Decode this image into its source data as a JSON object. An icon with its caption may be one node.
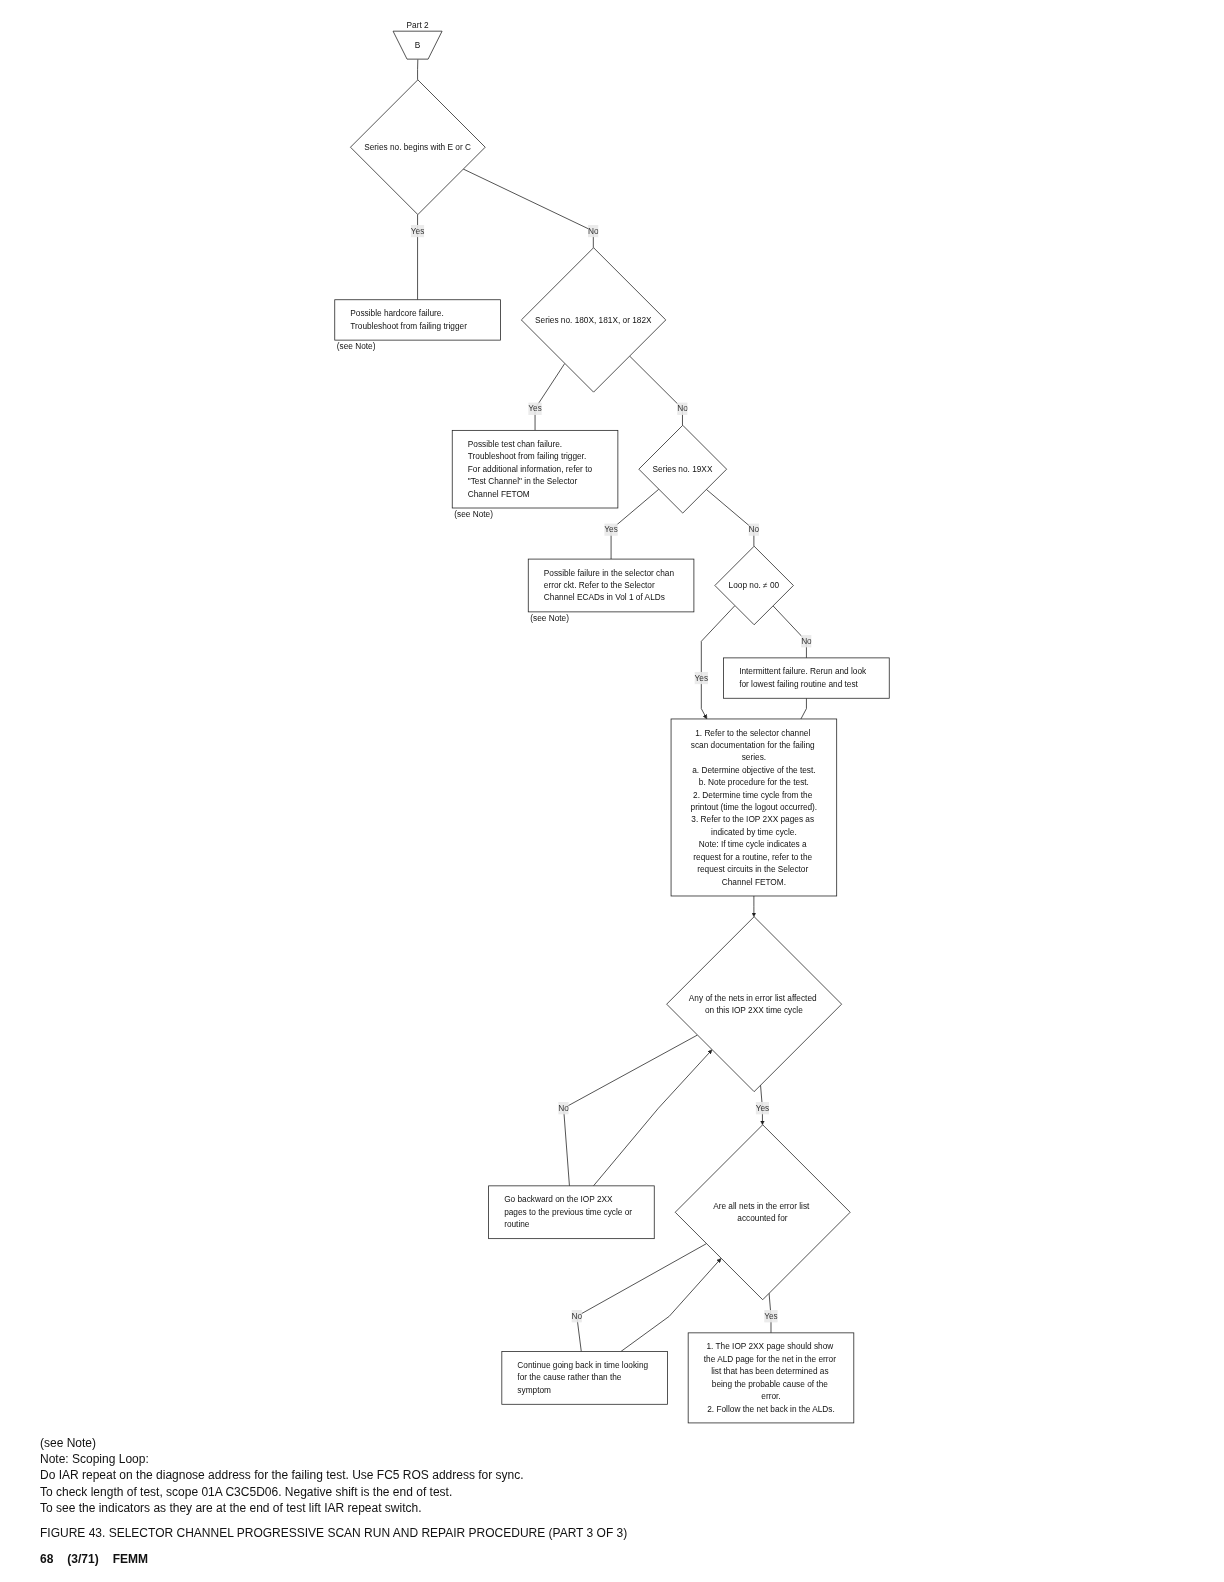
{
  "diagram": {
    "caption": "FIGURE 43. SELECTOR CHANNEL PROGRESSIVE SCAN RUN AND REPAIR PROCEDURE (PART 3 OF 3)",
    "nodes": [
      {
        "text": [
          "B"
        ],
        "beside": [
          "Part 2"
        ]
      },
      {
        "text": [
          "Series no. begins with E or C"
        ]
      },
      {
        "text": [
          "Possible hardcore failure. Troubleshoot from failing trigger"
        ],
        "beside": [
          "(see Note)"
        ]
      },
      {
        "text": [
          "Series no. 180X, 181X, or 182X"
        ]
      },
      {
        "text": [
          "Possible test chan failure. Troubleshoot from failing trigger. For additional information, refer to \"Test Channel\" in the Selector Channel FETOM"
        ],
        "beside": [
          "(see Note)"
        ]
      },
      {
        "text": [
          "Series no. 19XX"
        ]
      },
      {
        "text": [
          "Possible failure in the selector chan error ckt. Refer to the Selector Channel ECADs in Vol 1 of ALDs"
        ],
        "beside": [
          "(see Note)"
        ]
      },
      {
        "text": [
          "Loop no. ≠ 00"
        ]
      },
      {
        "text": [
          "Intermittent failure. Rerun and look for lowest failing routine and test"
        ]
      },
      {
        "text": [
          "1. Refer to the selector channel scan documentation for the failing series.",
          "a. Determine objective of the test.",
          "b. Note procedure for the test.",
          "2. Determine time cycle from the printout (time the logout occurred).",
          "3. Refer to the IOP 2XX pages as indicated by time cycle.",
          "Note: If time cycle indicates a request for a routine, refer to the request circuits in the Selector Channel FETOM."
        ]
      },
      {
        "text": [
          "Any of the nets in error list affected on this IOP 2XX time cycle"
        ]
      },
      {
        "text": [
          "Go backward on the IOP 2XX pages to the previous time cycle or routine"
        ]
      },
      {
        "text": [
          "Are all nets in the error list accounted for"
        ]
      },
      {
        "text": [
          "Continue going back in time looking for the cause rather than the symptom"
        ]
      },
      {
        "text": [
          "1. The IOP 2XX page should show the ALD page for the net in the error list that has been determined as being the probable cause of the error.",
          "2. Follow the net back in the ALDs."
        ]
      }
    ],
    "edges": [
      {
        "from": 0,
        "to": 1,
        "arrow": "none"
      },
      {
        "from": 1,
        "to": 2,
        "arrow": "none",
        "label": "Yes"
      },
      {
        "from": 1,
        "to": 3,
        "arrow": "none",
        "label": "No"
      },
      {
        "from": 3,
        "to": 4,
        "arrow": "none",
        "label": "Yes"
      },
      {
        "from": 3,
        "to": 5,
        "arrow": "none",
        "label": "No"
      },
      {
        "from": 5,
        "to": 6,
        "arrow": "none",
        "label": "Yes"
      },
      {
        "from": 5,
        "to": 7,
        "arrow": "none",
        "label": "No"
      },
      {
        "from": 7,
        "to": 8,
        "arrow": "none",
        "label": "No"
      },
      {
        "from": 7,
        "to": 9,
        "arrow": "to",
        "label": "Yes"
      },
      {
        "from": 8,
        "to": 9,
        "arrow": "none"
      },
      {
        "from": 9,
        "to": 10,
        "arrow": "to"
      },
      {
        "from": 10,
        "to": 11,
        "arrow": "none",
        "label": "No"
      },
      {
        "from": 11,
        "to": 10,
        "arrow": "to"
      },
      {
        "from": 10,
        "to": 12,
        "arrow": "to",
        "label": "Yes"
      },
      {
        "from": 12,
        "to": 13,
        "arrow": "none",
        "label": "No"
      },
      {
        "from": 13,
        "to": 12,
        "arrow": "to"
      },
      {
        "from": 12,
        "to": 14,
        "arrow": "none",
        "label": "Yes"
      }
    ],
    "labels": [
      "(see Note)",
      "Note: Scoping Loop:",
      "Do IAR repeat on the diagnose address for the failing test. Use FC5 ROS address for sync.",
      "To check length of test, scope 01A C3C5D06. Negative shift is the end of test.",
      "To see the indicators as they are at the end of test lift IAR repeat switch.",
      "68",
      "(3/71)",
      "FEMM"
    ]
  }
}
